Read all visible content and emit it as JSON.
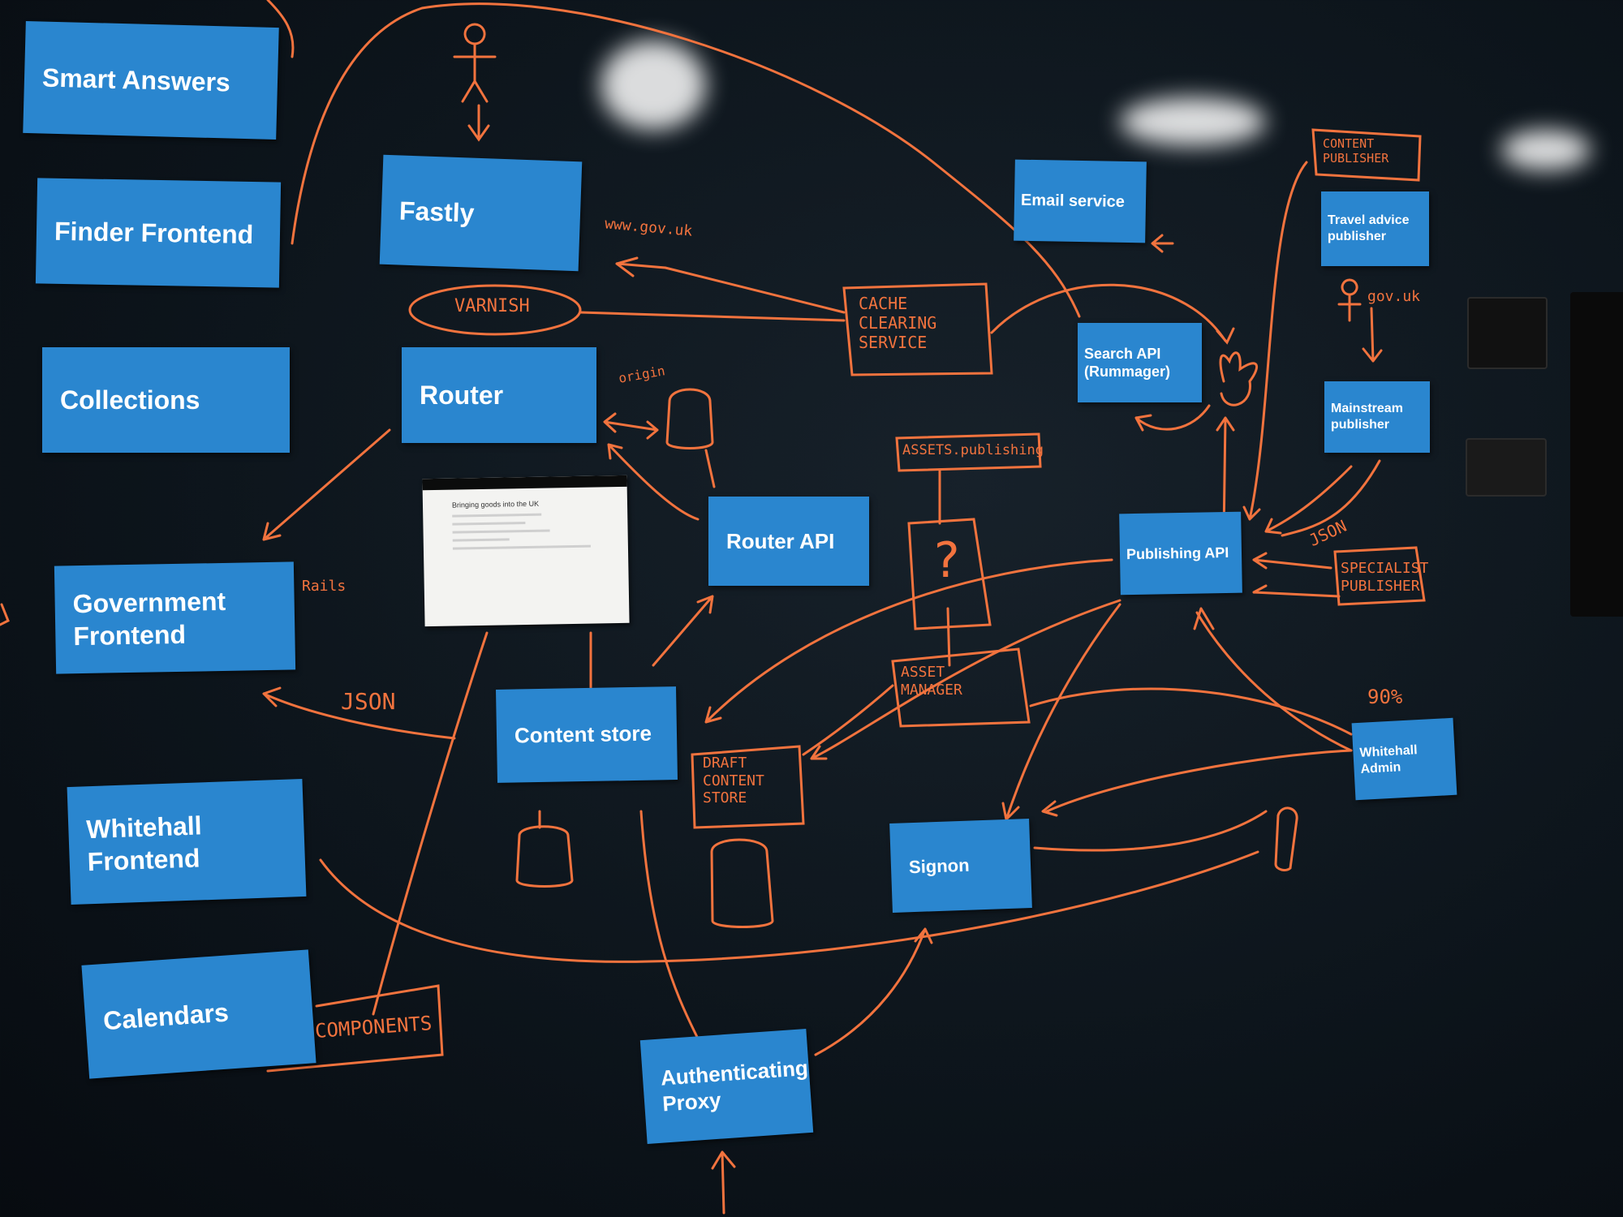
{
  "cards": {
    "smart_answers": "Smart Answers",
    "finder_frontend": "Finder Frontend",
    "collections": "Collections",
    "government_frontend": "Government Frontend",
    "whitehall_frontend": "Whitehall Frontend",
    "calendars": "Calendars",
    "fastly": "Fastly",
    "router": "Router",
    "router_api": "Router API",
    "content_store": "Content store",
    "authenticating_proxy": "Authenticating Proxy",
    "signon": "Signon",
    "email_service": "Email service",
    "search_api": "Search API (Rummager)",
    "publishing_api": "Publishing API",
    "travel_advice_publisher": "Travel advice publisher",
    "mainstream_publisher": "Mainstream publisher",
    "whitehall_admin": "Whitehall Admin"
  },
  "chalk_notes": {
    "gov_uk_url": "www.gov.uk",
    "varnish": "VARNISH",
    "cache_clearing": "CACHE\nCLEARING\nSERVICE",
    "origin": "origin",
    "assets_publishing": "ASSETS.publishing",
    "asset_manager": "ASSET\nMANAGER",
    "draft_content_store": "DRAFT\nCONTENT\nSTORE",
    "rails": "Rails",
    "json_left": "JSON",
    "json_right": "JSON",
    "components": "COMPONENTS",
    "content_publisher": "CONTENT\nPUBLISHER",
    "specialist_publisher": "SPECIALIST\nPUBLISHER",
    "gov_uk_small": "gov.uk",
    "percent": "90%",
    "question": "?"
  },
  "paper": {
    "title": "Bringing goods into the UK"
  },
  "colors": {
    "board": "#0d151c",
    "card": "#2a86cf",
    "chalk": "#f2733e"
  }
}
